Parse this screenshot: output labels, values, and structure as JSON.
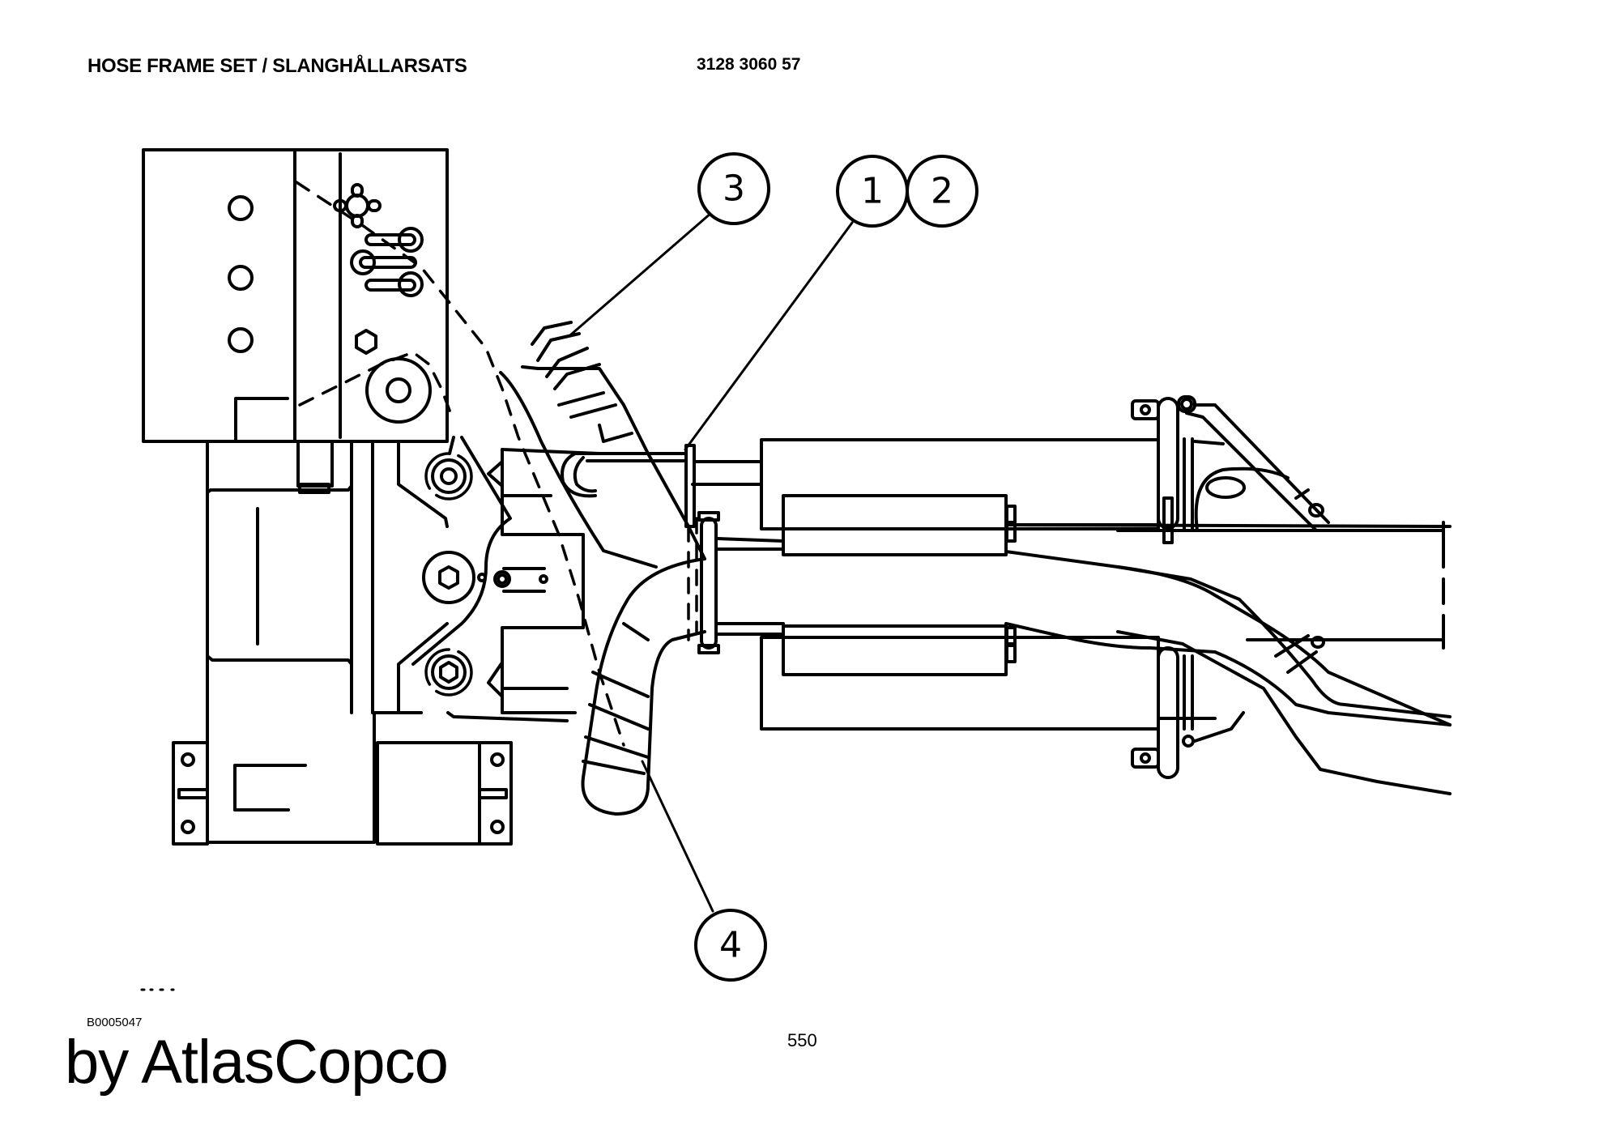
{
  "header": {
    "title": "HOSE FRAME SET / SLANGHÅLLARSATS",
    "part_number": "3128 3060 57"
  },
  "drawing": {
    "callouts": [
      {
        "number": "1"
      },
      {
        "number": "2"
      },
      {
        "number": "3"
      },
      {
        "number": "4"
      }
    ]
  },
  "footer": {
    "document_id": "B0005047",
    "page_number": "550",
    "brand": "by AtlasCopco"
  }
}
